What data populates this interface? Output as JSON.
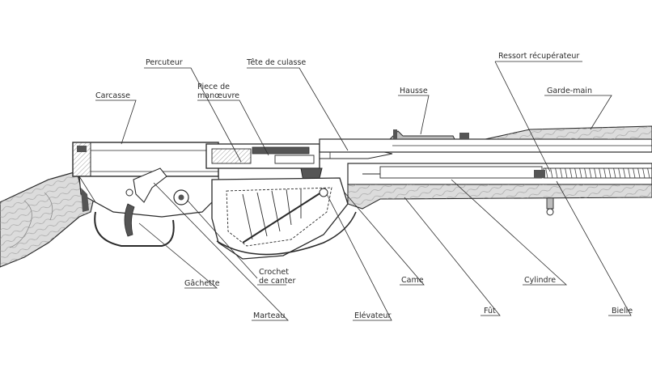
{
  "labels": {
    "percuteur": "Percuteur",
    "tete_de_culasse": "Tête de culasse",
    "ressort_recuperateur": "Ressort récupérateur",
    "piece_de_manoeuvre_1": "Piece de",
    "piece_de_manoeuvre_2": "manœuvre",
    "carcasse": "Carcasse",
    "hausse": "Hausse",
    "garde_main": "Garde-main",
    "gachette": "Gâchette",
    "crochet_de_canter_1": "Crochet",
    "crochet_de_canter_2": "de canter",
    "came": "Came",
    "cylindre": "Cylindre",
    "marteau": "Marteau",
    "elevateur": "Elévateur",
    "fut": "Fût",
    "bielle": "Bielle"
  },
  "colors": {
    "line": "#2a2a2a",
    "wood": "#dcdcdc",
    "metal": "#bdbdbd",
    "dark": "#555555",
    "background": "#ffffff"
  }
}
